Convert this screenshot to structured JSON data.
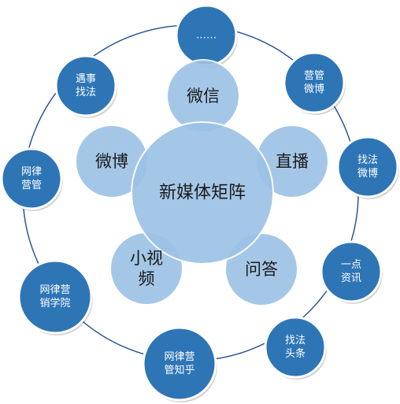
{
  "diagram": {
    "center": {
      "label": "新媒体矩阵"
    },
    "inner": [
      {
        "label": "微信"
      },
      {
        "label": "直播"
      },
      {
        "label": "问答"
      },
      {
        "label": "小视频"
      },
      {
        "label": "微博"
      }
    ],
    "outer": [
      {
        "label": "……"
      },
      {
        "label": "营管微博"
      },
      {
        "label": "找法微博"
      },
      {
        "label": "一点资讯"
      },
      {
        "label": "找法头条"
      },
      {
        "label": "网律营管知乎"
      },
      {
        "label": "网律营销学院"
      },
      {
        "label": "网律营管"
      },
      {
        "label": "遇事找法"
      }
    ],
    "colors": {
      "outer_fill": "#2e75b6",
      "ring_stroke": "#2f5597",
      "inner_fill": "#9cc2e5",
      "outer_text": "#ffffff",
      "inner_text": "#1a1a1a"
    }
  }
}
